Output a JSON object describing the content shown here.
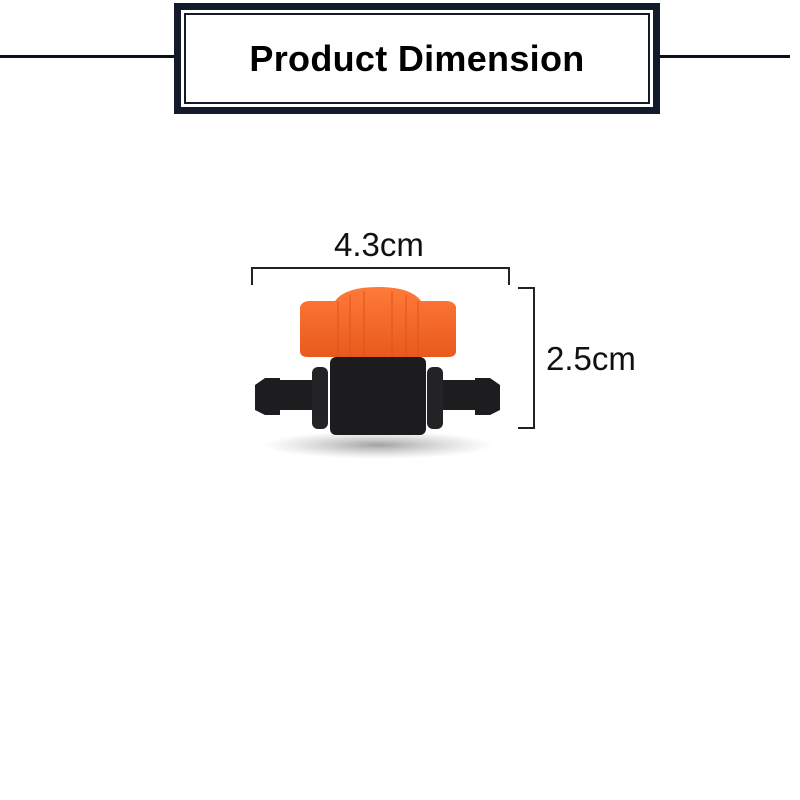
{
  "header": {
    "title": "Product Dimension"
  },
  "product": {
    "name": "mini-valve",
    "cap_color": "#f26a2a",
    "body_color": "#1c1c1e"
  },
  "dimensions": {
    "width_label": "4.3cm",
    "height_label": "2.5cm"
  },
  "colors": {
    "frame": "#121a2c",
    "text": "#000000",
    "background": "#ffffff"
  }
}
